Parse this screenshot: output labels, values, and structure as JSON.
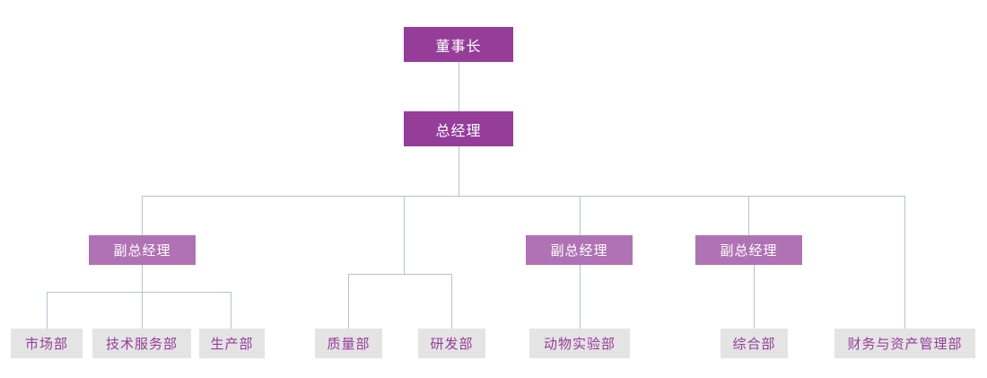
{
  "chart_title": "",
  "colors": {
    "exec_fill": "#963d9a",
    "exec_text": "#ffffff",
    "vp_fill": "#b072b5",
    "vp_text": "#ffffff",
    "dept_fill": "#e4e4e4",
    "dept_text": "#963d9a",
    "connector": "#b6c3ce",
    "background": "#ffffff"
  },
  "nodes": {
    "chairman": {
      "label": "董事长"
    },
    "general_manager": {
      "label": "总经理"
    },
    "vp1": {
      "label": "副总经理"
    },
    "vp2": {
      "label": "副总经理"
    },
    "vp3": {
      "label": "副总经理"
    },
    "dept_marketing": {
      "label": "市场部"
    },
    "dept_tech_service": {
      "label": "技术服务部"
    },
    "dept_production": {
      "label": "生产部"
    },
    "dept_quality": {
      "label": "质量部"
    },
    "dept_rnd": {
      "label": "研发部"
    },
    "dept_animal_lab": {
      "label": "动物实验部"
    },
    "dept_general_affairs": {
      "label": "综合部"
    },
    "dept_finance_asset": {
      "label": "财务与资产管理部"
    }
  }
}
